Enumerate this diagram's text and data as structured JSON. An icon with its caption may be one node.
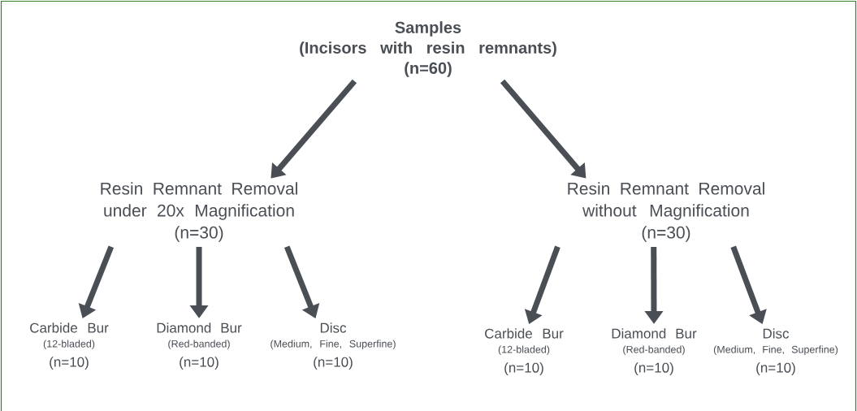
{
  "diagram": {
    "nodes": [
      {
        "text": [
          "Samples",
          "(Incisors with resin remnants)",
          "(n=60)"
        ]
      },
      {
        "text": [
          "Resin Remnant Removal under 20x Magnification",
          "(n=30)"
        ]
      },
      {
        "text": [
          "Resin Remnant Removal without Magnification",
          "(n=30)"
        ]
      },
      {
        "text": [
          "Carbide Bur",
          "(12-bladed)",
          "(n=10)"
        ]
      },
      {
        "text": [
          "Diamond Bur",
          "(Red-banded)",
          "(n=10)"
        ]
      },
      {
        "text": [
          "Disc",
          "(Medium, Fine, Superfine)",
          "(n=10)"
        ]
      },
      {
        "text": [
          "Carbide Bur",
          "(12-bladed)",
          "(n=10)"
        ]
      },
      {
        "text": [
          "Diamond Bur",
          "(Red-banded)",
          "(n=10)"
        ]
      },
      {
        "text": [
          "Disc",
          "(Medium, Fine, Superfine)",
          "(n=10)"
        ]
      }
    ],
    "edges": [
      {
        "from": 0,
        "to": 1,
        "arrow": "to"
      },
      {
        "from": 0,
        "to": 2,
        "arrow": "to"
      },
      {
        "from": 1,
        "to": 3,
        "arrow": "to"
      },
      {
        "from": 1,
        "to": 4,
        "arrow": "to"
      },
      {
        "from": 1,
        "to": 5,
        "arrow": "to"
      },
      {
        "from": 2,
        "to": 6,
        "arrow": "to"
      },
      {
        "from": 2,
        "to": 7,
        "arrow": "to"
      },
      {
        "from": 2,
        "to": 8,
        "arrow": "to"
      }
    ]
  }
}
